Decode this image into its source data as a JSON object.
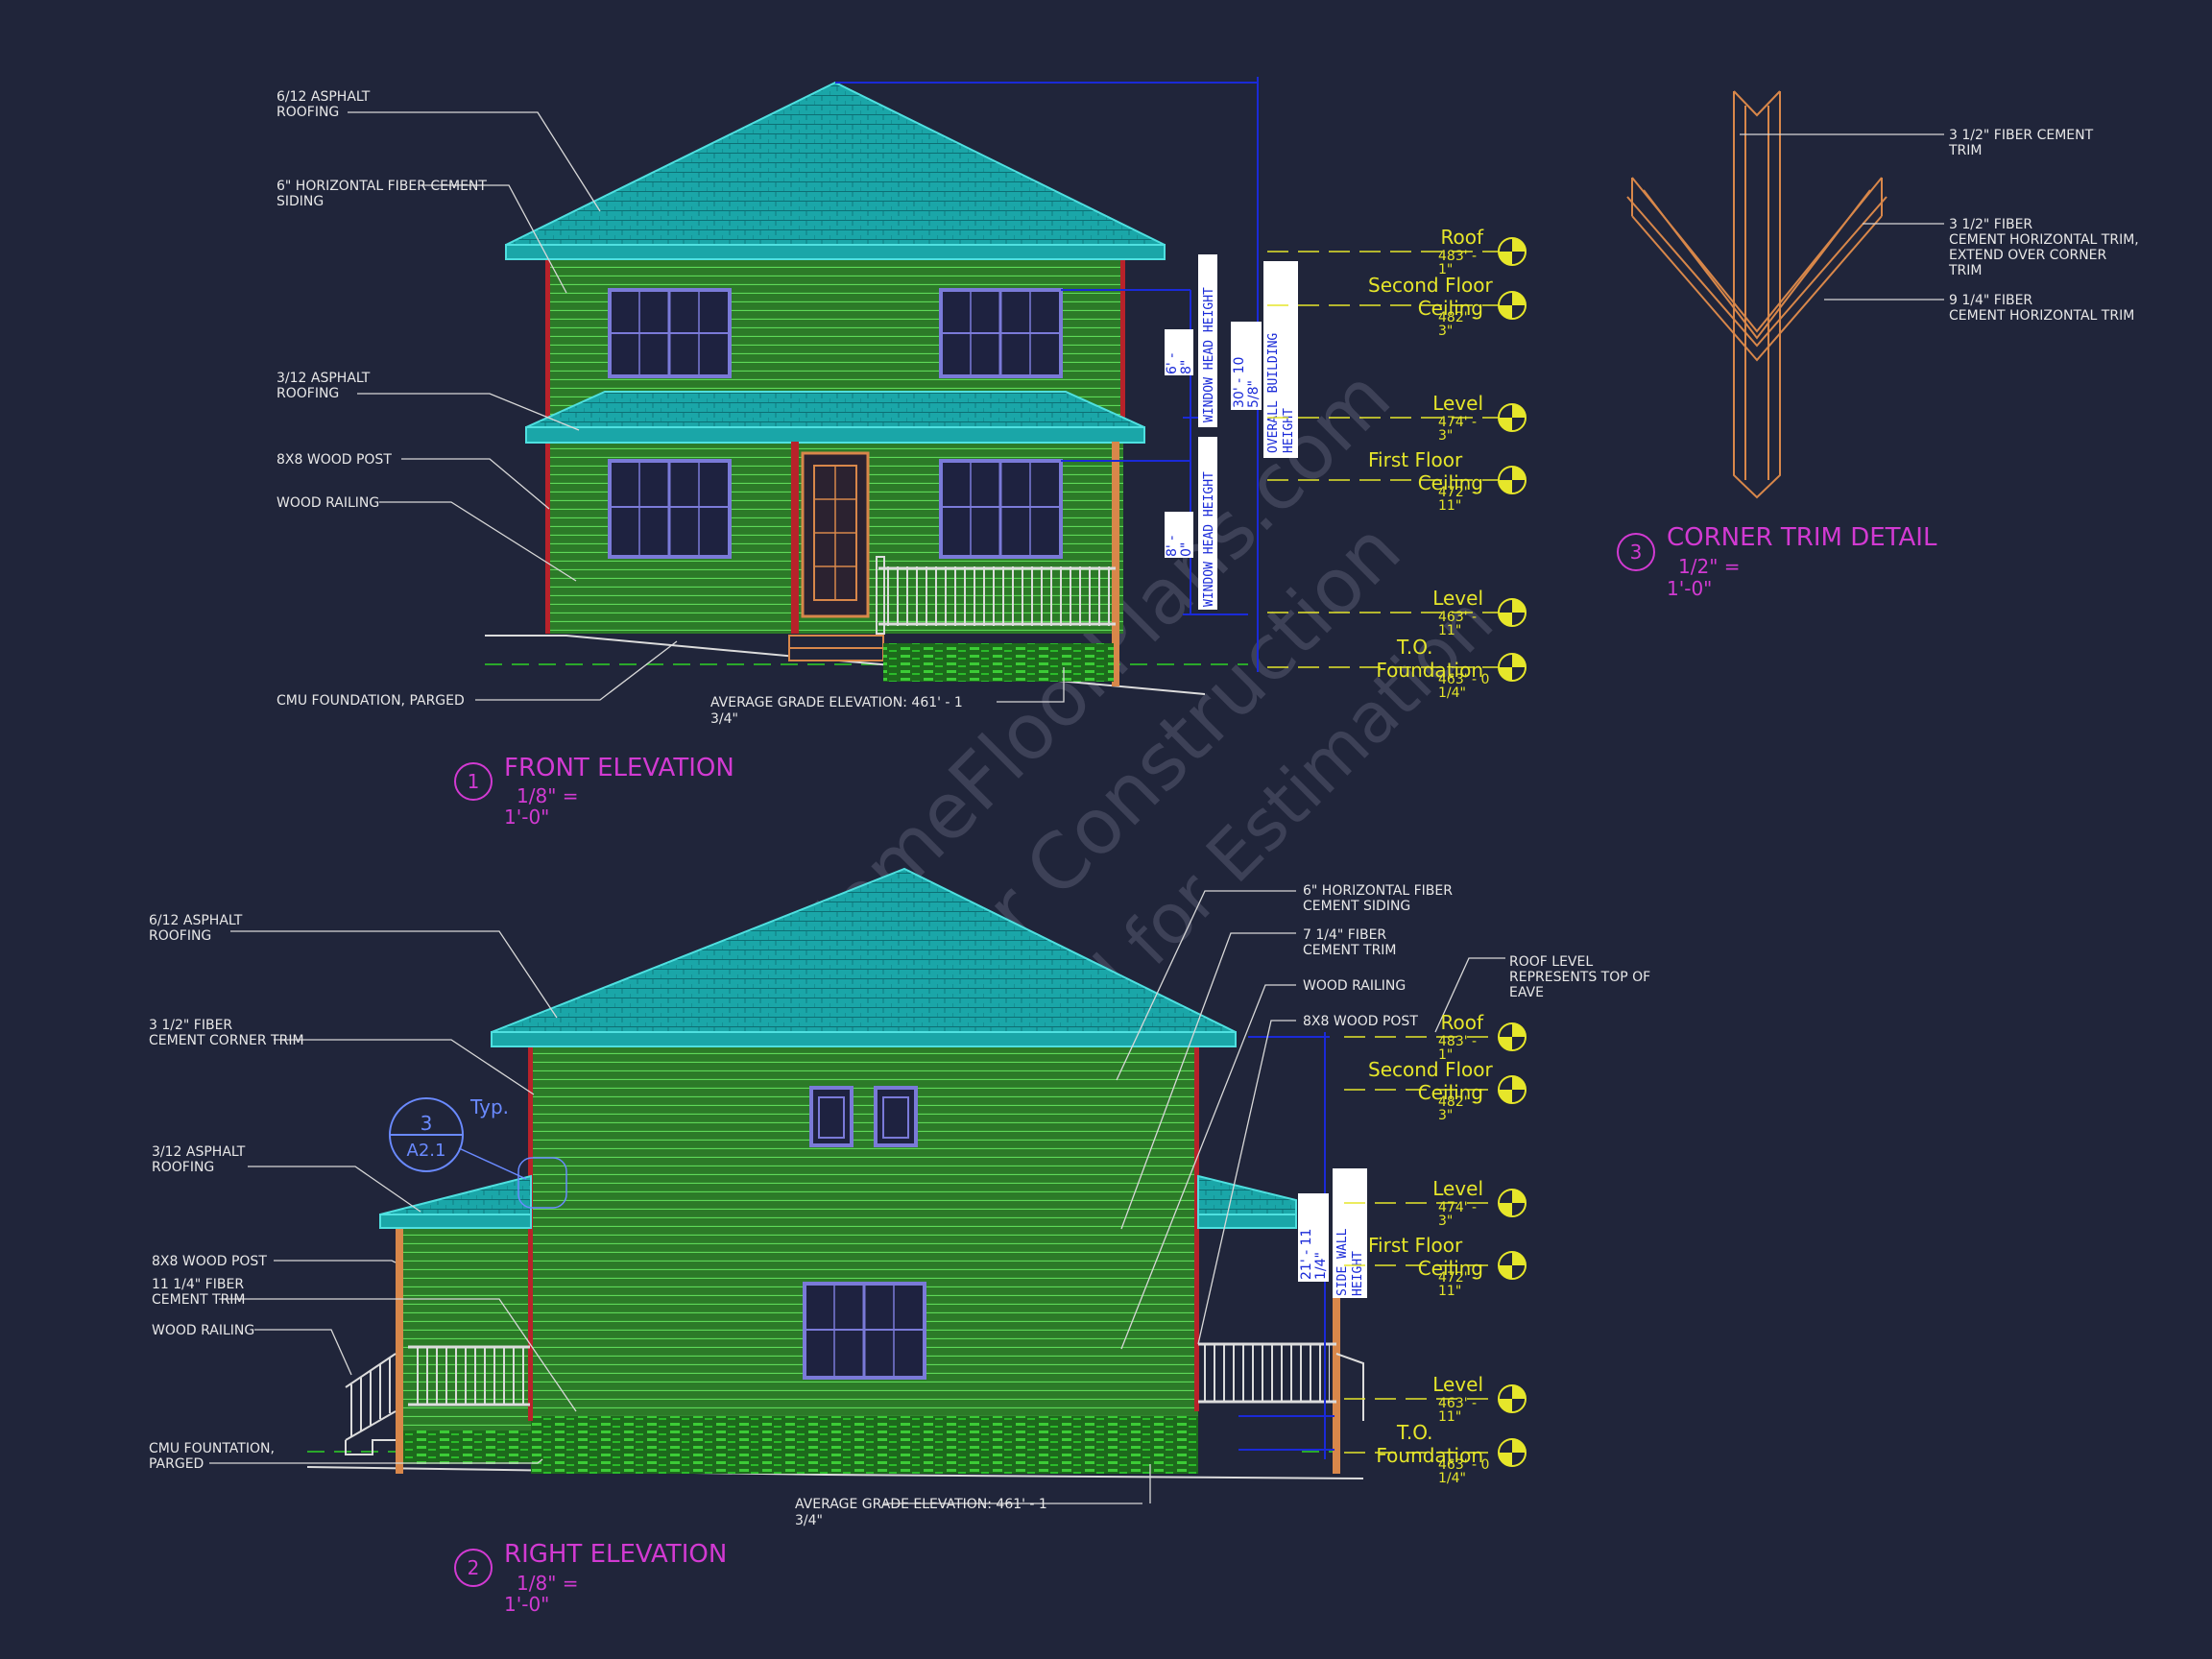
{
  "colors": {
    "background": "#20253a",
    "roof": "#1fb3b3",
    "siding": "#2f8a2a",
    "siding_line": "#4fd24a",
    "trim_red": "#b8222a",
    "window": "#7a7ad8",
    "label": "#e8e8e8",
    "level_yellow": "#e6e62a",
    "title_magenta": "#d23ad2",
    "dim_blue": "#1a2ad8",
    "watermark": "#8a8aa0",
    "trim_detail": "#d8874a",
    "ref_blue": "#6a8aff"
  },
  "watermark": {
    "line1": "©MyHomeFloorPlans.com",
    "line2": "ILLEGAL for Construction",
    "line3": "Must be used for Estimation"
  },
  "front": {
    "title": "FRONT ELEVATION",
    "number": "1",
    "scale_1": "1/8\" =",
    "scale_2": "1'-0\"",
    "labels": {
      "roof_main_1": "6/12 ASPHALT",
      "roof_main_2": "ROOFING",
      "siding_1": "6\" HORIZONTAL FIBER CEMENT",
      "siding_2": "SIDING",
      "roof_porch_1": "3/12 ASPHALT",
      "roof_porch_2": "ROOFING",
      "post": "8X8 WOOD POST",
      "railing": "WOOD RAILING",
      "foundation": "CMU FOUNDATION, PARGED",
      "grade_1": "AVERAGE GRADE ELEVATION: 461' - 1",
      "grade_2": "3/4\""
    },
    "dims": {
      "upper_window_1": "6' -",
      "upper_window_2": "8\"",
      "upper_window_label": "WINDOW HEAD HEIGHT",
      "lower_window_1": "8' -",
      "lower_window_2": "0\"",
      "lower_window_label": "WINDOW HEAD HEIGHT",
      "overall_1": "30' - 10",
      "overall_2": "5/8\"",
      "overall_label_1": "OVERALL BUILDING",
      "overall_label_2": "HEIGHT"
    },
    "levels": [
      {
        "name": "Roof",
        "elev_1": "483' -",
        "elev_2": "1\""
      },
      {
        "name": "Second Floor Ceiling",
        "elev_1": "482' -",
        "elev_2": "3\""
      },
      {
        "name": "Level",
        "elev_1": "474' -",
        "elev_2": "3\""
      },
      {
        "name": "First Floor Ceiling",
        "elev_1": "472' -",
        "elev_2": "11\""
      },
      {
        "name": "Level",
        "elev_1": "463' -",
        "elev_2": "11\""
      },
      {
        "name": "T.O. Foundation",
        "elev_1": "463' - 0",
        "elev_2": "1/4\""
      }
    ]
  },
  "right": {
    "title": "RIGHT ELEVATION",
    "number": "2",
    "scale_1": "1/8\" =",
    "scale_2": "1'-0\"",
    "ref_top": "3",
    "ref_bottom": "A2.1",
    "ref_typ": "Typ.",
    "labels": {
      "roof_main_1": "6/12 ASPHALT",
      "roof_main_2": "ROOFING",
      "corner_trim_1": "3 1/2\" FIBER",
      "corner_trim_2": "CEMENT CORNER TRIM",
      "roof_porch_1": "3/12 ASPHALT",
      "roof_porch_2": "ROOFING",
      "post": "8X8 WOOD POST",
      "trim_1": "11 1/4\" FIBER",
      "trim_2": "CEMENT TRIM",
      "railing": "WOOD RAILING",
      "foundation_1": "CMU FOUNTATION,",
      "foundation_2": "PARGED",
      "grade_1": "AVERAGE GRADE ELEVATION: 461' - 1",
      "grade_2": "3/4\"",
      "siding_r_1": "6\" HORIZONTAL FIBER",
      "siding_r_2": "CEMENT SIDING",
      "trim_r_1": "7 1/4\" FIBER",
      "trim_r_2": "CEMENT TRIM",
      "railing_r": "WOOD RAILING",
      "post_r": "8X8 WOOD POST",
      "roof_note_1": "ROOF LEVEL",
      "roof_note_2": "REPRESENTS TOP OF",
      "roof_note_3": "EAVE"
    },
    "dims": {
      "side_1": "21' - 11",
      "side_2": "1/4\"",
      "side_label_1": "SIDE WALL",
      "side_label_2": "HEIGHT"
    },
    "levels": [
      {
        "name": "Roof",
        "elev_1": "483' -",
        "elev_2": "1\""
      },
      {
        "name": "Second Floor Ceiling",
        "elev_1": "482' -",
        "elev_2": "3\""
      },
      {
        "name": "Level",
        "elev_1": "474' -",
        "elev_2": "3\""
      },
      {
        "name": "First Floor Ceiling",
        "elev_1": "472' -",
        "elev_2": "11\""
      },
      {
        "name": "Level",
        "elev_1": "463' -",
        "elev_2": "11\""
      },
      {
        "name": "T.O. Foundation",
        "elev_1": "463' - 0",
        "elev_2": "1/4\""
      }
    ]
  },
  "corner_detail": {
    "title": "CORNER TRIM DETAIL",
    "number": "3",
    "scale_1": "1/2\" =",
    "scale_2": "1'-0\"",
    "note1_1": "3 1/2\" FIBER CEMENT",
    "note1_2": "TRIM",
    "note2_1": "3 1/2\" FIBER",
    "note2_2": "CEMENT HORIZONTAL TRIM,",
    "note2_3": "EXTEND OVER CORNER",
    "note2_4": "TRIM",
    "note3_1": "9 1/4\" FIBER",
    "note3_2": "CEMENT HORIZONTAL TRIM"
  }
}
